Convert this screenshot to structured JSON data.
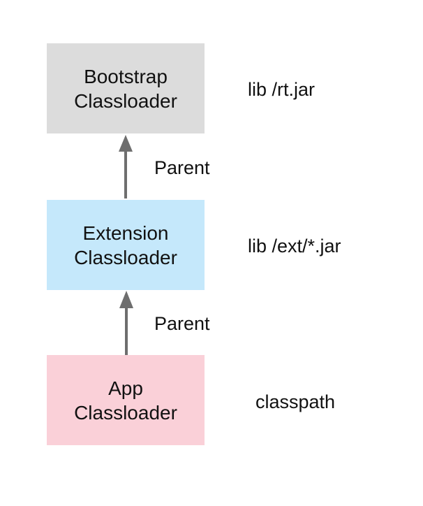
{
  "diagram": {
    "nodes": [
      {
        "id": "bootstrap",
        "line1": "Bootstrap",
        "line2": "Classloader",
        "color": "#dcdcdc"
      },
      {
        "id": "extension",
        "line1": "Extension",
        "line2": "Classloader",
        "color": "#c5e8fb"
      },
      {
        "id": "app",
        "line1": "App",
        "line2": "Classloader",
        "color": "#fad0d8"
      }
    ],
    "side_labels": {
      "bootstrap": "lib /rt.jar",
      "extension": "lib /ext/*.jar",
      "app": "classpath"
    },
    "edges": [
      {
        "from": "extension",
        "to": "bootstrap",
        "label": "Parent"
      },
      {
        "from": "app",
        "to": "extension",
        "label": "Parent"
      }
    ],
    "arrow_color": "#6e6e6e"
  }
}
